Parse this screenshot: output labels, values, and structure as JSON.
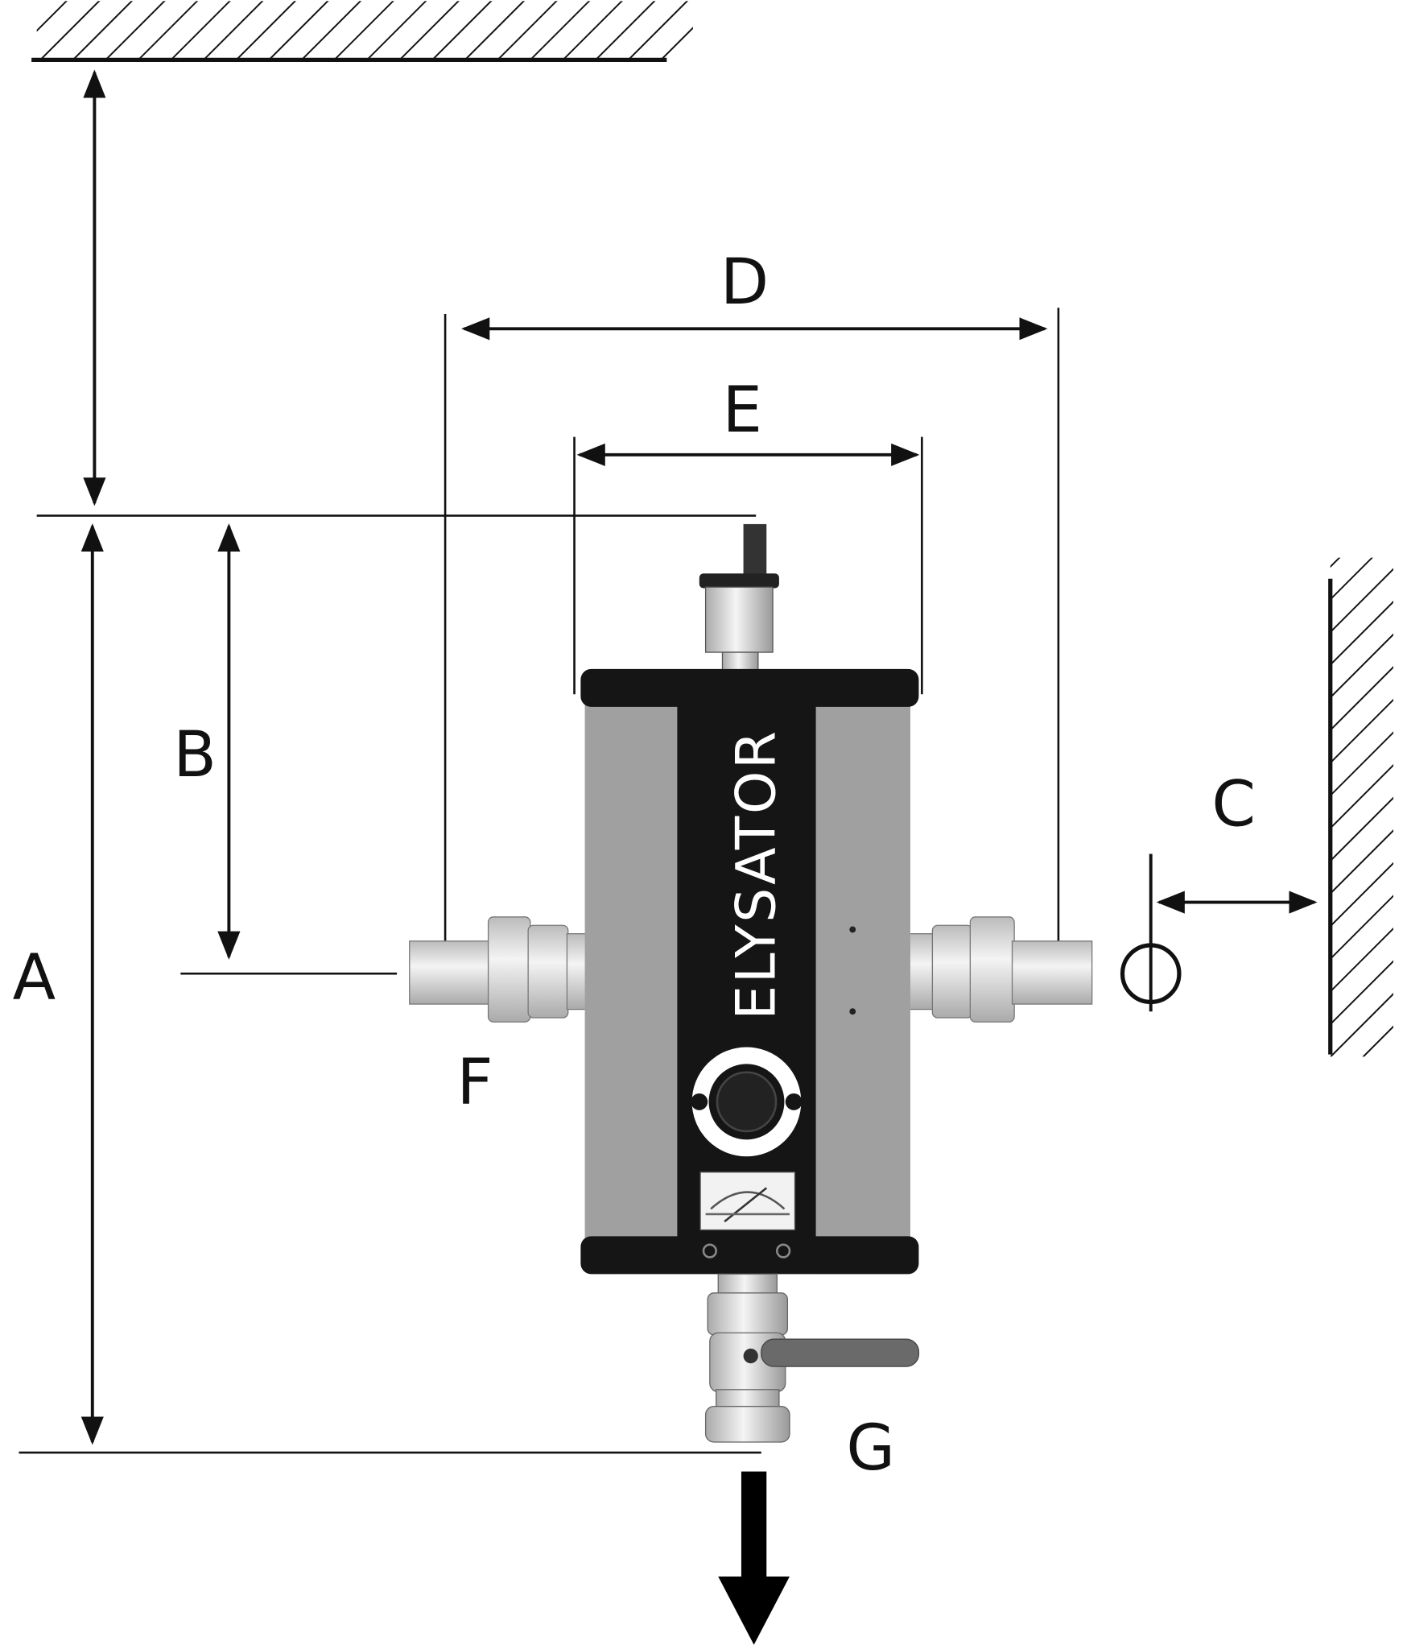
{
  "diagram": {
    "labels": {
      "A": "A",
      "B": "B",
      "C": "C",
      "D": "D",
      "E": "E",
      "F": "F",
      "G": "G"
    },
    "brand": "ELYSATOR",
    "colors": {
      "body_gray": "#a0a0a0",
      "band_black": "#151515",
      "fitting": "#d8d8d8",
      "line": "#111111"
    }
  }
}
